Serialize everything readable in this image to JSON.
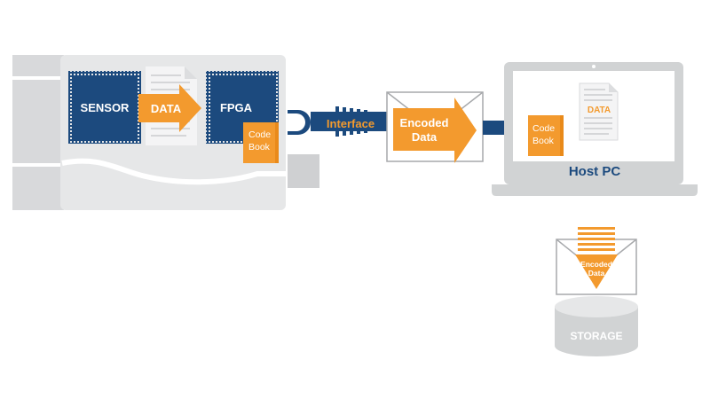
{
  "camera": {
    "sensor_label": "SENSOR",
    "data_label": "DATA",
    "fpga_label": "FPGA",
    "codebook_line1": "Code",
    "codebook_line2": "Book"
  },
  "interface_label": "Interface",
  "transfer": {
    "line1": "Encoded",
    "line2": "Data"
  },
  "host": {
    "title": "Host PC",
    "codebook_line1": "Code",
    "codebook_line2": "Book",
    "data_label": "DATA"
  },
  "storage": {
    "encoded_line1": "Encoded",
    "encoded_line2": "Data",
    "label": "STORAGE"
  },
  "colors": {
    "navy": "#1c4a7e",
    "orange": "#f39a2e",
    "light_gray": "#e6e7e8",
    "mid_gray": "#cfd0d2",
    "outline_gray": "#a7a9ac"
  }
}
